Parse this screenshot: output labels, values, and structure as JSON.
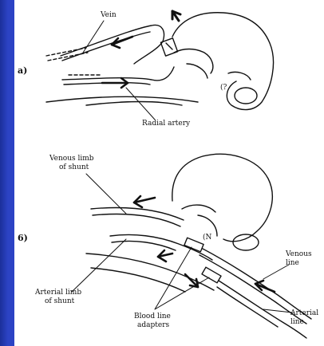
{
  "panels": [
    {
      "marker": "a)",
      "labels": {
        "vein": "Vein",
        "radial_artery": "Radial artery"
      }
    },
    {
      "marker": "6)",
      "labels": {
        "venous_limb_line1": "Venous limb",
        "venous_limb_line2": "of shunt",
        "venous_line_line1": "Venous",
        "venous_line_line2": "line",
        "arterial_limb_line1": "Arterial limb",
        "arterial_limb_line2": "of shunt",
        "blood_line_line1": "Blood line",
        "blood_line_line2": "adapters",
        "arterial_line_line1": "Arterial",
        "arterial_line_line2": "line"
      }
    }
  ],
  "colors": {
    "sidebar": "#2c43c4",
    "ink": "#111111",
    "background": "#ffffff"
  }
}
